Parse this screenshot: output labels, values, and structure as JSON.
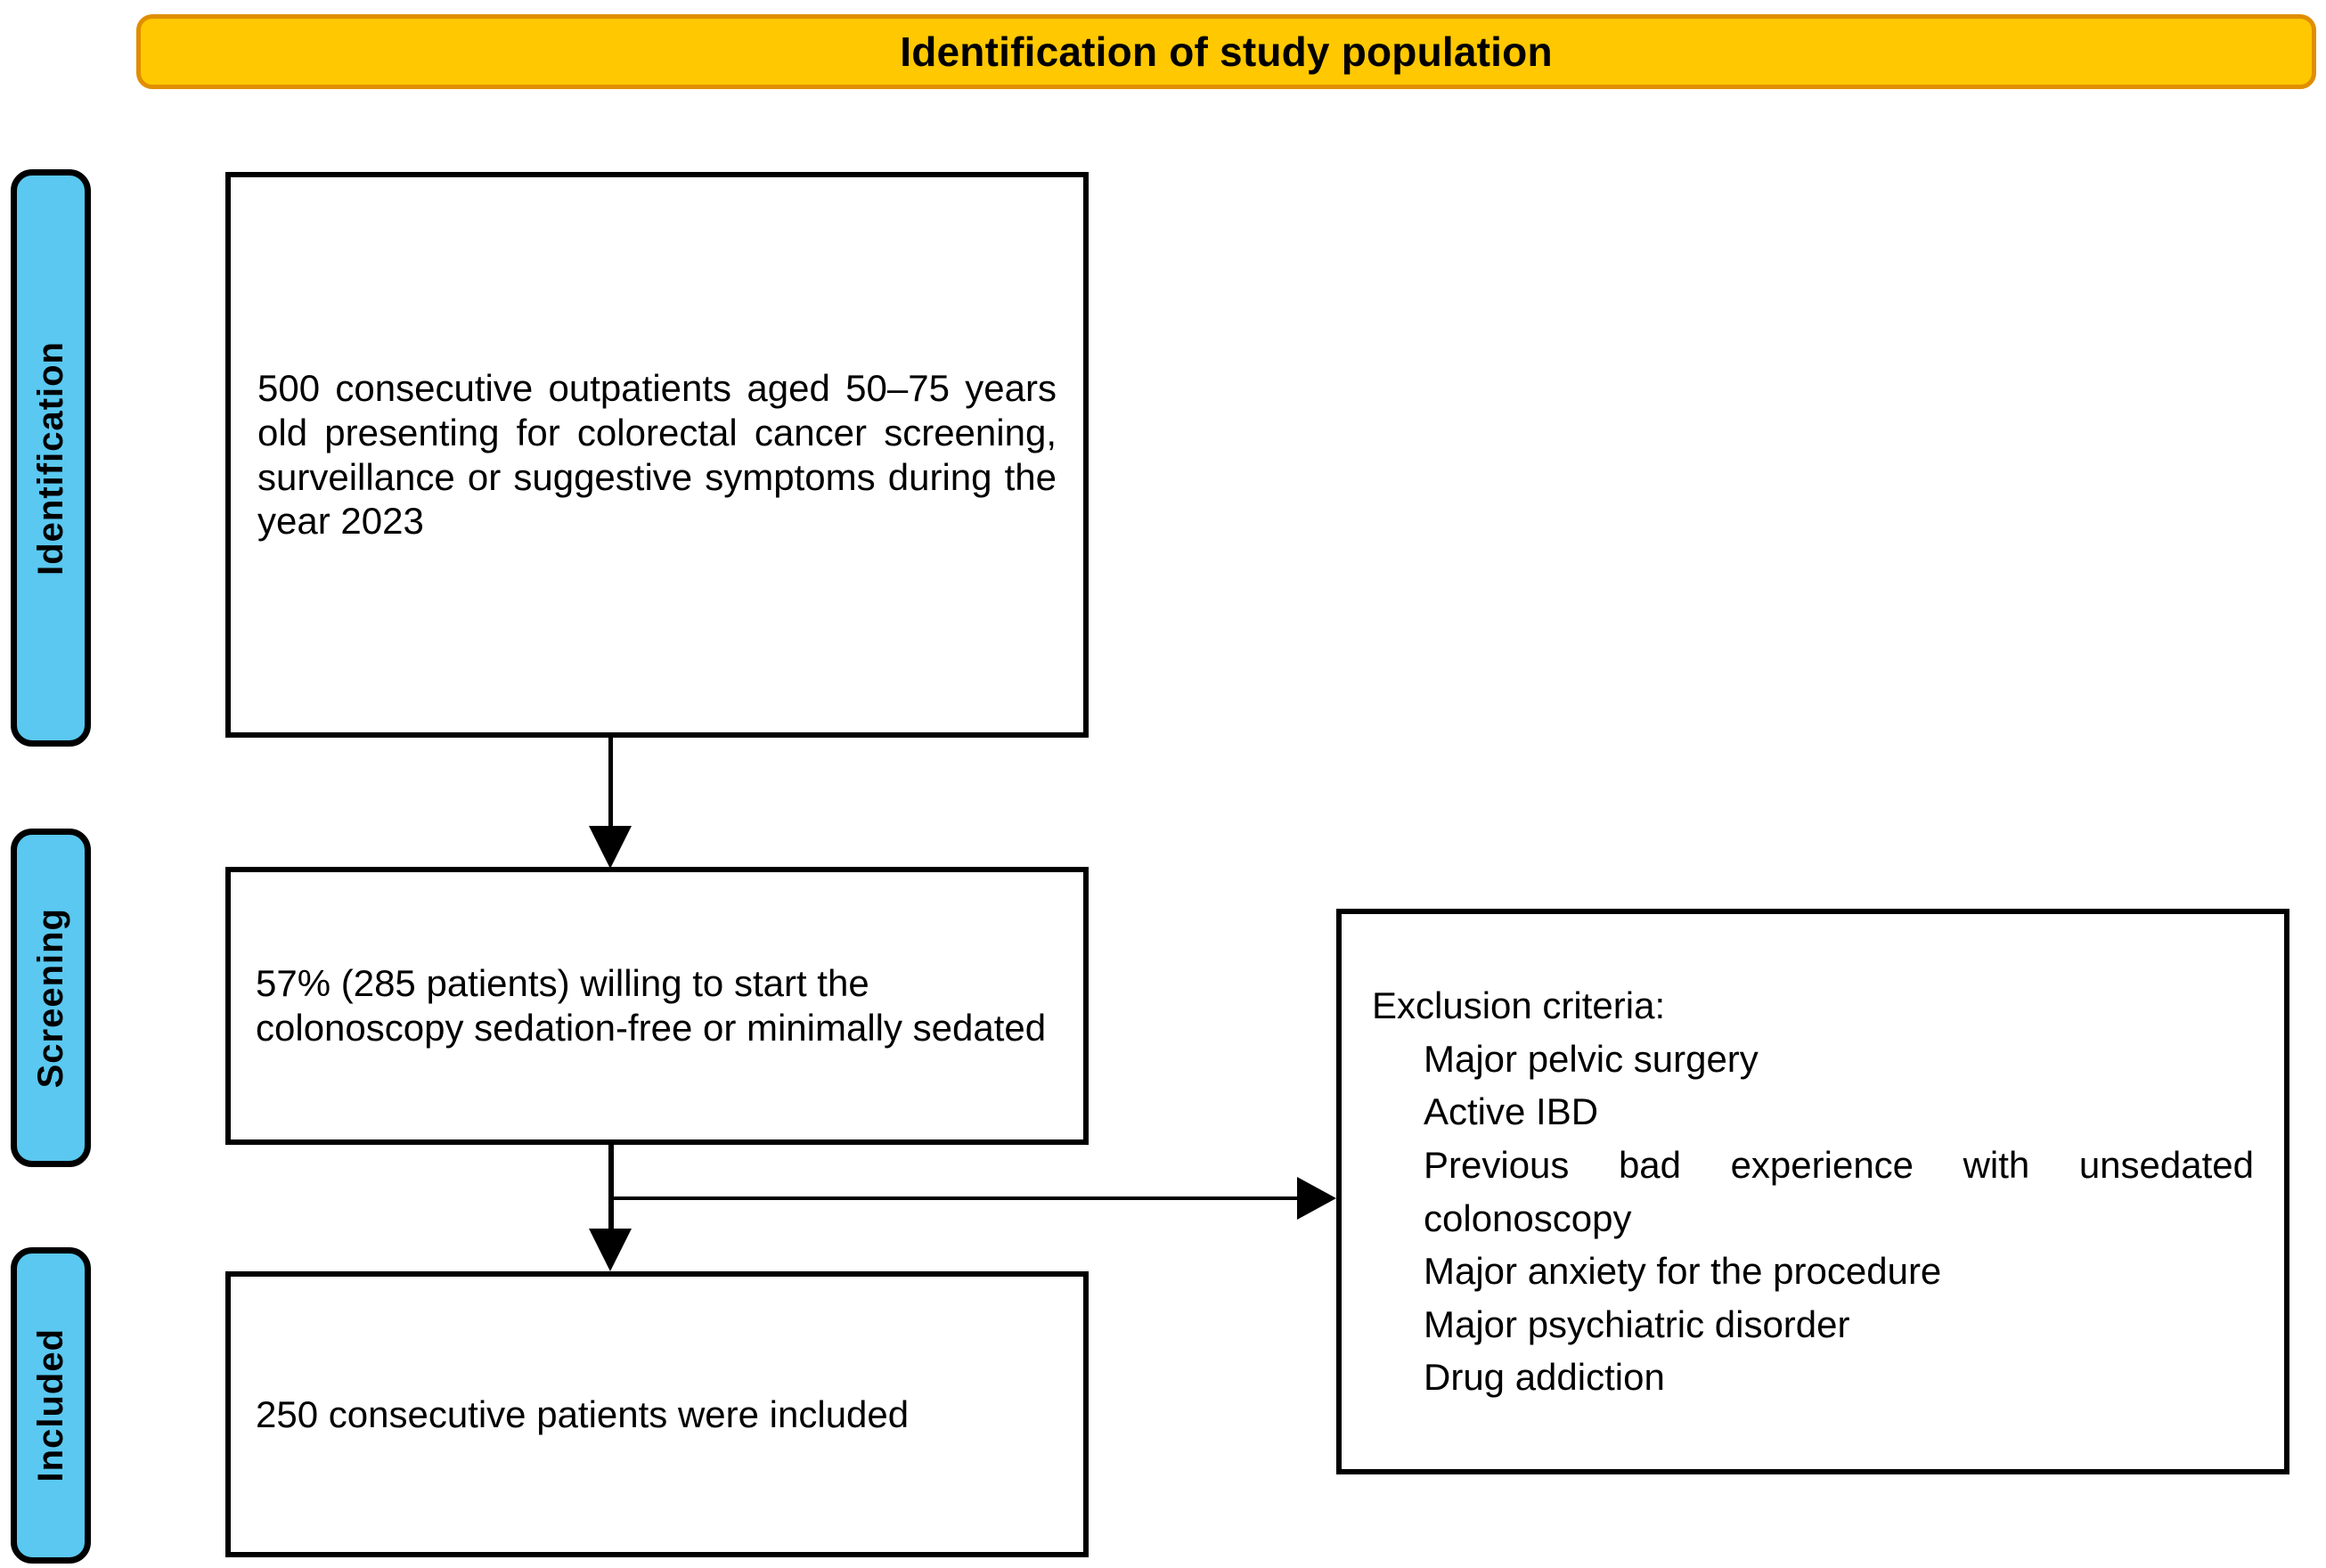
{
  "header": {
    "title": "Identification of study population",
    "fill_color": "#FFC800",
    "border_color": "#E08E00"
  },
  "stages": {
    "fill_color": "#5AC8F0",
    "items": [
      {
        "id": "identification",
        "label": "Identification"
      },
      {
        "id": "screening",
        "label": "Screening"
      },
      {
        "id": "included",
        "label": "Included"
      }
    ]
  },
  "flow": {
    "boxes": [
      {
        "id": "identified",
        "text": "500 consecutive outpatients aged 50–75 years old presenting for colorectal cancer screening, surveillance or suggestive symptoms during the year 2023"
      },
      {
        "id": "willing",
        "text": "57% (285 patients) willing to start the colonoscopy sedation-free or minimally sedated"
      },
      {
        "id": "included",
        "text": "250 consecutive patients were included"
      }
    ]
  },
  "exclusion": {
    "heading": "Exclusion criteria:",
    "items": [
      "Major pelvic surgery",
      "Active IBD",
      "Previous bad experience with unsedated colonoscopy",
      "Major anxiety for the procedure",
      "Major psychiatric disorder",
      "Drug addiction"
    ]
  }
}
